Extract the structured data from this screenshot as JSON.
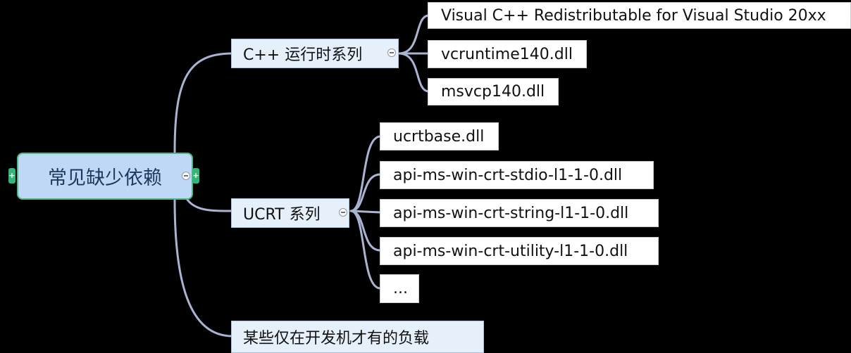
{
  "root": {
    "label": "常见缺少依赖"
  },
  "branches": [
    {
      "label": "C++ 运行时系列",
      "children": [
        "Visual C++ Redistributable for Visual Studio 20xx",
        "vcruntime140.dll",
        "msvcp140.dll"
      ]
    },
    {
      "label": "UCRT 系列",
      "children": [
        "ucrtbase.dll",
        "api-ms-win-crt-stdio-l1-1-0.dll",
        "api-ms-win-crt-string-l1-1-0.dll",
        "api-ms-win-crt-utility-l1-1-0.dll",
        "..."
      ]
    },
    {
      "label": "某些仅在开发机才有的负载",
      "children": []
    }
  ],
  "icons": {
    "expand": "plus-icon",
    "collapse": "minus-icon"
  },
  "colors": {
    "background": "#000000",
    "connector": "#a9b4d3",
    "root_fill": "#bed8f6",
    "root_border": "#4fb88b",
    "branch_fill": "#e6f0fb",
    "leaf_fill": "#ffffff"
  }
}
